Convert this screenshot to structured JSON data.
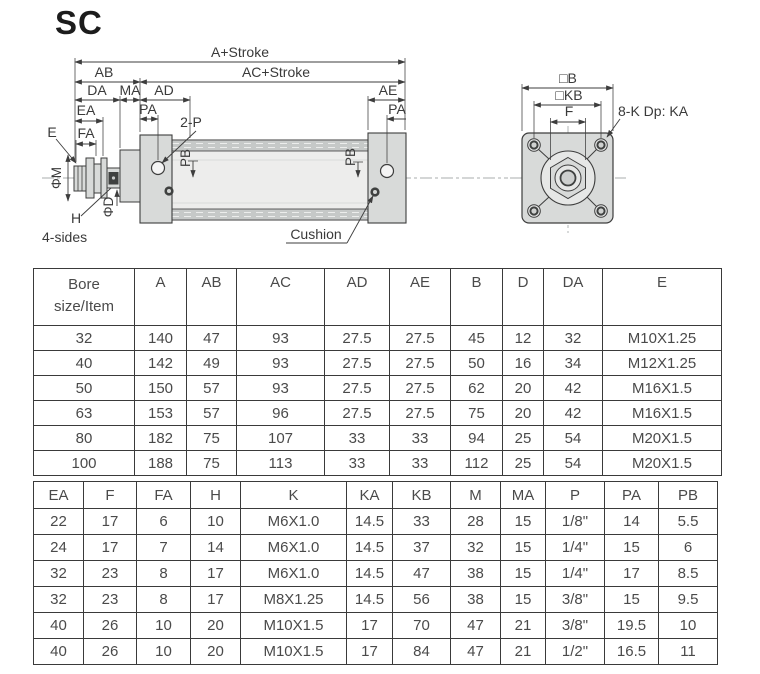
{
  "page": {
    "title": "SC"
  },
  "colors": {
    "line": "#3d3d3d",
    "metal_fill": "#d8dad9",
    "tube_fill": "#ededec",
    "band_fill": "#c6c9c8",
    "table_border": "#3a3a3a",
    "text": "#3f3f3f",
    "background": "#ffffff"
  },
  "drawing": {
    "labels": {
      "a_stroke": "A+Stroke",
      "ab": "AB",
      "ac_stroke": "AC+Stroke",
      "da": "DA",
      "ma": "MA",
      "ad": "AD",
      "ae": "AE",
      "ea": "EA",
      "fa": "FA",
      "pa_left": "PA",
      "pa_right": "PA",
      "pb_left": "PB",
      "pb_right": "PB",
      "e": "E",
      "phi_m": "ΦM",
      "phi_d": "ΦD",
      "h": "H",
      "four_sides": "4-sides",
      "two_p": "2-P",
      "cushion": "Cushion",
      "square_b": "□B",
      "square_kb": "□KB",
      "f": "F",
      "eight_k": "8-K Dp: KA"
    }
  },
  "tables": [
    {
      "name": "bore-dimensions-table",
      "columns": [
        "Bore\nsize/Item",
        "A",
        "AB",
        "AC",
        "AD",
        "AE",
        "B",
        "D",
        "DA",
        "E"
      ],
      "rows": [
        [
          "32",
          "140",
          "47",
          "93",
          "27.5",
          "27.5",
          "45",
          "12",
          "32",
          "M10X1.25"
        ],
        [
          "40",
          "142",
          "49",
          "93",
          "27.5",
          "27.5",
          "50",
          "16",
          "34",
          "M12X1.25"
        ],
        [
          "50",
          "150",
          "57",
          "93",
          "27.5",
          "27.5",
          "62",
          "20",
          "42",
          "M16X1.5"
        ],
        [
          "63",
          "153",
          "57",
          "96",
          "27.5",
          "27.5",
          "75",
          "20",
          "42",
          "M16X1.5"
        ],
        [
          "80",
          "182",
          "75",
          "107",
          "33",
          "33",
          "94",
          "25",
          "54",
          "M20X1.5"
        ],
        [
          "100",
          "188",
          "75",
          "113",
          "33",
          "33",
          "112",
          "25",
          "54",
          "M20X1.5"
        ]
      ]
    },
    {
      "name": "mounting-dimensions-table",
      "columns": [
        "EA",
        "F",
        "FA",
        "H",
        "K",
        "KA",
        "KB",
        "M",
        "MA",
        "P",
        "PA",
        "PB"
      ],
      "rows": [
        [
          "22",
          "17",
          "6",
          "10",
          "M6X1.0",
          "14.5",
          "33",
          "28",
          "15",
          "1/8\"",
          "14",
          "5.5"
        ],
        [
          "24",
          "17",
          "7",
          "14",
          "M6X1.0",
          "14.5",
          "37",
          "32",
          "15",
          "1/4\"",
          "15",
          "6"
        ],
        [
          "32",
          "23",
          "8",
          "17",
          "M6X1.0",
          "14.5",
          "47",
          "38",
          "15",
          "1/4\"",
          "17",
          "8.5"
        ],
        [
          "32",
          "23",
          "8",
          "17",
          "M8X1.25",
          "14.5",
          "56",
          "38",
          "15",
          "3/8\"",
          "15",
          "9.5"
        ],
        [
          "40",
          "26",
          "10",
          "20",
          "M10X1.5",
          "17",
          "70",
          "47",
          "21",
          "3/8\"",
          "19.5",
          "10"
        ],
        [
          "40",
          "26",
          "10",
          "20",
          "M10X1.5",
          "17",
          "84",
          "47",
          "21",
          "1/2\"",
          "16.5",
          "11"
        ]
      ]
    }
  ]
}
